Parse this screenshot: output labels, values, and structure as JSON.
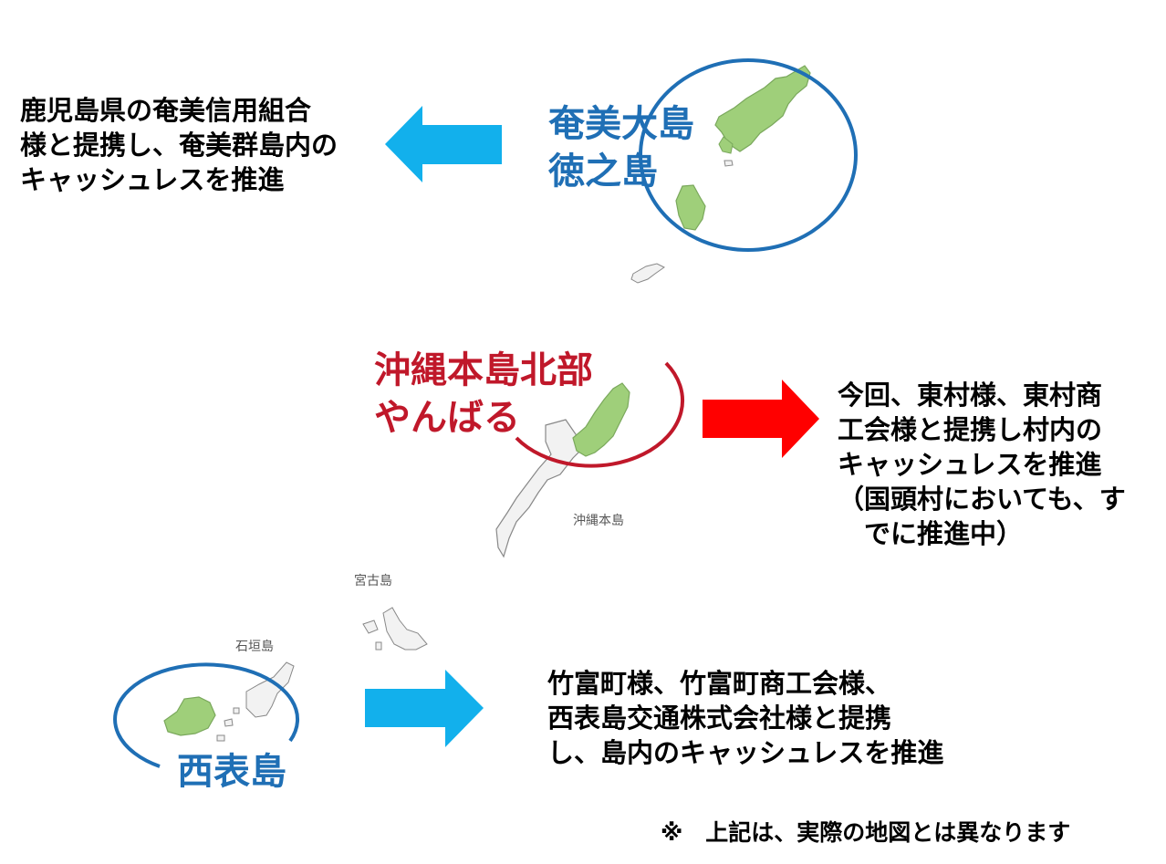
{
  "colors": {
    "blue_ring": "#1f6fb5",
    "red_ring": "#c0182a",
    "blue_arrow": "#12b0ec",
    "red_arrow": "#ff0000",
    "island_highlight": "#9fcf7a",
    "island_base": "#f2f2f2"
  },
  "amami": {
    "title_lines": [
      "奄美大島",
      "徳之島"
    ],
    "desc_lines": [
      "鹿児島県の奄美信用組合",
      "様と提携し、奄美群島内の",
      "キャッシュレスを推進"
    ]
  },
  "okinawa": {
    "title_lines": [
      "沖縄本島北部",
      "やんばる"
    ],
    "desc_lines": [
      "今回、東村様、東村商",
      "工会様と提携し村内の",
      "キャッシュレスを推進",
      "（国頭村においても、す",
      "　でに推進中）"
    ],
    "map_label": "沖縄本島"
  },
  "miyako": {
    "map_label": "宮古島"
  },
  "ishigaki": {
    "map_label": "石垣島"
  },
  "iriomote": {
    "title": "西表島",
    "desc_lines": [
      "竹富町様、竹富町商工会様、",
      "西表島交通株式会社様と提携",
      "し、島内のキャッシュレスを推進"
    ]
  },
  "footnote": "※　上記は、実際の地図とは異なります"
}
